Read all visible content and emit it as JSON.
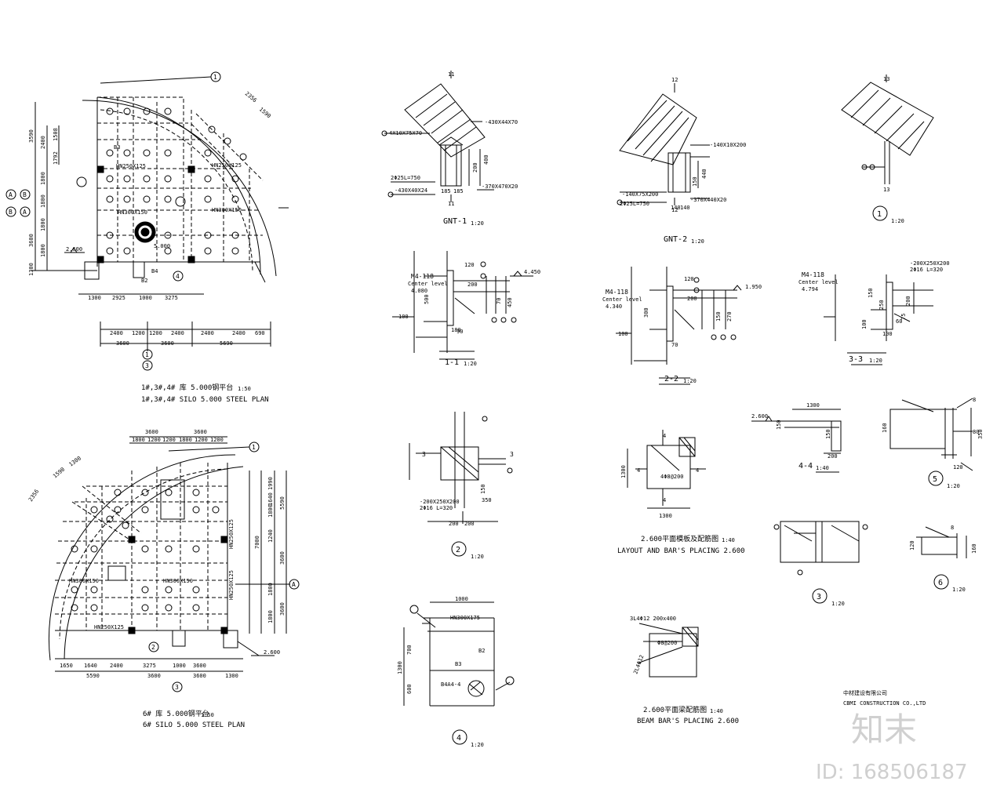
{
  "plan1": {
    "title": "1#,3#,4# 库 5.000钢平台",
    "subtitle": "1#,3#,4# SILO 5.000 STEEL PLAN",
    "scale": "1:50",
    "grid_a": "A",
    "grid_b": "B",
    "grid_1": "1",
    "grid_3": "3",
    "grid_4": "4",
    "level": "2.600",
    "beam_a": "HN300X150",
    "beam_b": "HN250X125",
    "member_b2": "B2",
    "member_b3": "B3",
    "member_b4": "B4",
    "elev": "5.000",
    "left_dims": [
      "3590",
      "2400",
      "1800",
      "1800",
      "1800",
      "3600",
      "1300"
    ],
    "left_dims_inner": [
      "1508",
      "1792"
    ],
    "bottom_dims_1": [
      "1300",
      "2925",
      "1000",
      "3275"
    ],
    "bottom_dims_2": [
      "2400",
      "1200",
      "1200",
      "2400",
      "2400",
      "2400",
      "690"
    ],
    "bottom_dims_3": [
      "3600",
      "3600",
      "5690"
    ],
    "arc_dims": [
      "2356",
      "1590"
    ]
  },
  "plan2": {
    "title": "6# 库 5.000钢平台",
    "subtitle": "6# SILO 5.000 STEEL PLAN",
    "scale": "1:50",
    "grid_a": "A",
    "grid_1": "1",
    "grid_2": "2",
    "grid_3": "3",
    "level": "2.600",
    "beam_a": "HN300X150",
    "beam_b": "HN250X125",
    "top_dims_1": [
      "3600",
      "3600"
    ],
    "top_dims_2": [
      "1800",
      "1200",
      "1200",
      "1800",
      "1200",
      "1200"
    ],
    "right_dims": [
      "1990",
      "1800",
      "1240",
      "1640",
      "5590",
      "7000",
      "3600",
      "1800",
      "1800",
      "3600"
    ],
    "bottom_dims_1": [
      "1650",
      "1640",
      "2400",
      "3275",
      "1000",
      "3600",
      "1300"
    ],
    "bottom_dims_2": [
      "5590",
      "3600",
      "3600"
    ],
    "arc_dims": [
      "2356",
      "1590",
      "1300"
    ]
  },
  "gnt1": {
    "title": "GNT-1",
    "scale": "1:20",
    "mark": "11",
    "labels": [
      "4X10X75X70",
      "-430X44X70",
      "2Φ25L=750",
      "-430X40X24",
      "-370X470X20",
      "185",
      "185",
      "200",
      "400"
    ]
  },
  "gnt2": {
    "title": "GNT-2",
    "scale": "1:20",
    "mark": "12",
    "labels": [
      "-140X10X200",
      "-140X75X200",
      "2Φ25L=750",
      "-370X440X20",
      "140",
      "140",
      "150",
      "440"
    ]
  },
  "det_1": {
    "num": "1",
    "scale": "1:20",
    "mark": "13"
  },
  "sec11": {
    "title": "1-1",
    "scale": "1:20",
    "note": "M4-118",
    "note2": "Center level",
    "note3": "4.080",
    "level": "4.450",
    "dims": [
      "120",
      "200",
      "500",
      "100",
      "70",
      "450",
      "90",
      "180"
    ]
  },
  "sec22": {
    "title": "2-2",
    "scale": "1:20",
    "note": "M4-118",
    "note2": "Center level",
    "note3": "4.340",
    "level": "1.950",
    "dims": [
      "120",
      "200",
      "300",
      "70",
      "150",
      "270",
      "100"
    ]
  },
  "sec33": {
    "title": "3-3",
    "scale": "1:20",
    "note": "M4-118",
    "note2": "Center level",
    "note3": "4.794",
    "labels": [
      "-200X250X200",
      "2Φ16 L=320"
    ],
    "dims": [
      "250",
      "150",
      "200",
      "100",
      "75",
      "100",
      "60"
    ]
  },
  "det_2": {
    "num": "2",
    "scale": "1:20",
    "labels": [
      "-200X250X200",
      "2Φ16 L=320",
      "200",
      "200",
      "150",
      "350",
      "3",
      "3"
    ]
  },
  "det_4": {
    "num": "4",
    "scale": "1:20",
    "labels": [
      "HN300X175",
      "B2",
      "B3",
      "B4A4-4",
      "1000",
      "1300",
      "700",
      "600"
    ]
  },
  "layout26": {
    "title": "2.600平面模板及配筋图",
    "subtitle": "LAYOUT AND BAR'S PLACING 2.600",
    "scale": "1:40",
    "dims": [
      "1300",
      "1300",
      "4",
      "4",
      "4",
      "4",
      "4Φ8@200"
    ]
  },
  "beam26": {
    "title": "2.600平面梁配筋图",
    "subtitle": "BEAM BAR'S PLACING  2.600",
    "scale": "1:40",
    "labels": [
      "3L4Φ12 200x400",
      "Φ8@200",
      "2L4Φ12"
    ]
  },
  "sec44": {
    "title": "4-4",
    "scale": "1:40",
    "dims": [
      "1300",
      "150",
      "200",
      "150"
    ],
    "level": "2.600"
  },
  "det_5": {
    "num": "5",
    "scale": "1:20",
    "dims": [
      "160",
      "350",
      "8",
      "80",
      "120"
    ]
  },
  "det_3": {
    "num": "3",
    "scale": "1:20"
  },
  "det_6": {
    "num": "6",
    "scale": "1:20",
    "dims": [
      "120",
      "160",
      "8"
    ]
  },
  "company": {
    "cn": "中材建设有限公司",
    "en": "CBMI CONSTRUCTION CO.,LTD"
  },
  "watermark": {
    "brand": "知末",
    "id": "ID: 168506187"
  }
}
